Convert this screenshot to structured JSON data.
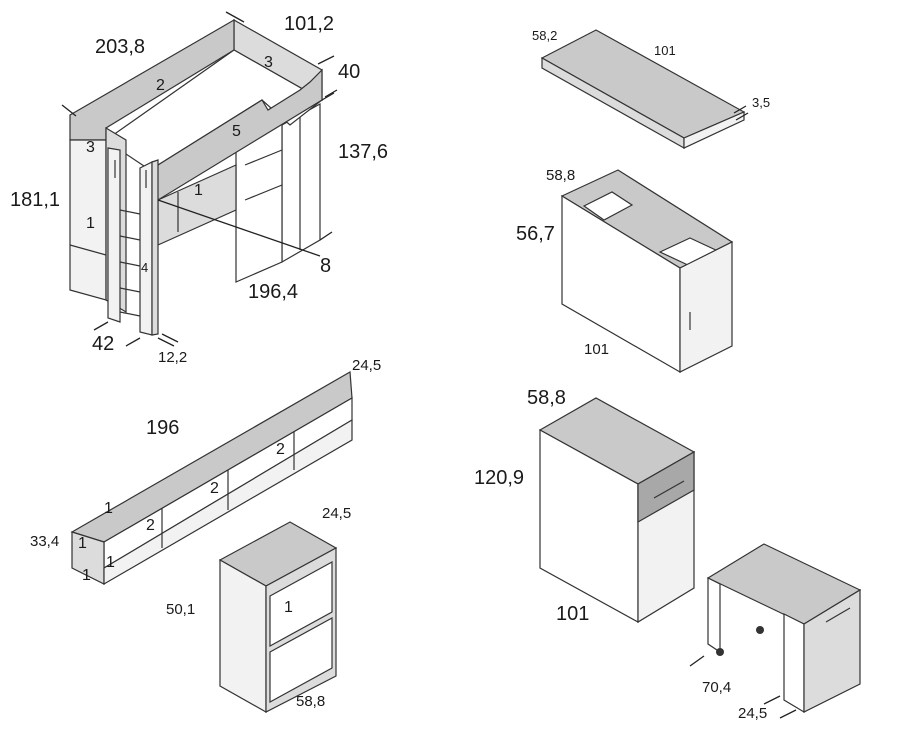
{
  "bed": {
    "dims": {
      "length": "203,8",
      "width": "101,2",
      "rail": "40",
      "desk_height": "137,6",
      "total_height": "181,1",
      "ladder_depth": "8",
      "base_length": "196,4",
      "ladder_width": "42",
      "ladder_step": "12,2"
    },
    "parts": [
      "1",
      "2",
      "3",
      "3",
      "5",
      "1",
      "4"
    ]
  },
  "board": {
    "dims": {
      "depth": "58,2",
      "length": "101",
      "thickness": "3,5"
    }
  },
  "cabinet": {
    "dims": {
      "depth": "58,8",
      "height": "56,7",
      "length": "101"
    }
  },
  "shelf": {
    "dims": {
      "length": "196",
      "depth": "24,5",
      "height": "33,4"
    },
    "parts": [
      "1",
      "2",
      "2",
      "2",
      "1",
      "1",
      "1"
    ]
  },
  "bookcase": {
    "dims": {
      "depth": "24,5",
      "height": "50,1",
      "width": "58,8"
    },
    "parts": [
      "1"
    ]
  },
  "desk": {
    "dims": {
      "depth": "58,8",
      "height": "120,9",
      "width": "101",
      "pullout_width": "70,4",
      "pullout_depth": "24,5"
    }
  }
}
